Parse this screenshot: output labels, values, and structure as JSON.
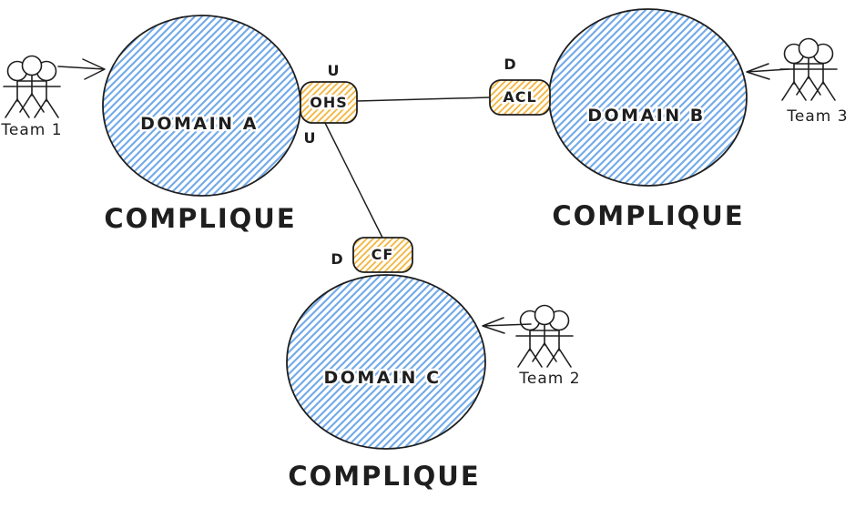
{
  "colors": {
    "domain_fill_hatch": "#74abe9",
    "connector_fill_hatch": "#f2b544",
    "stroke": "#1e1e1e",
    "background": "#ffffff"
  },
  "domains": [
    {
      "name": "DOMAIN A",
      "caption": "COMPLIQUE"
    },
    {
      "name": "DOMAIN B",
      "caption": "COMPLIQUE"
    },
    {
      "name": "DOMAIN C",
      "caption": "COMPLIQUE"
    }
  ],
  "connectors": [
    {
      "label": "OHS",
      "markers": [
        "U",
        "U"
      ]
    },
    {
      "label": "ACL",
      "markers": [
        "D"
      ]
    },
    {
      "label": "CF",
      "markers": [
        "D"
      ]
    }
  ],
  "teams": [
    {
      "label": "Team 1"
    },
    {
      "label": "Team 2"
    },
    {
      "label": "Team 3"
    }
  ]
}
